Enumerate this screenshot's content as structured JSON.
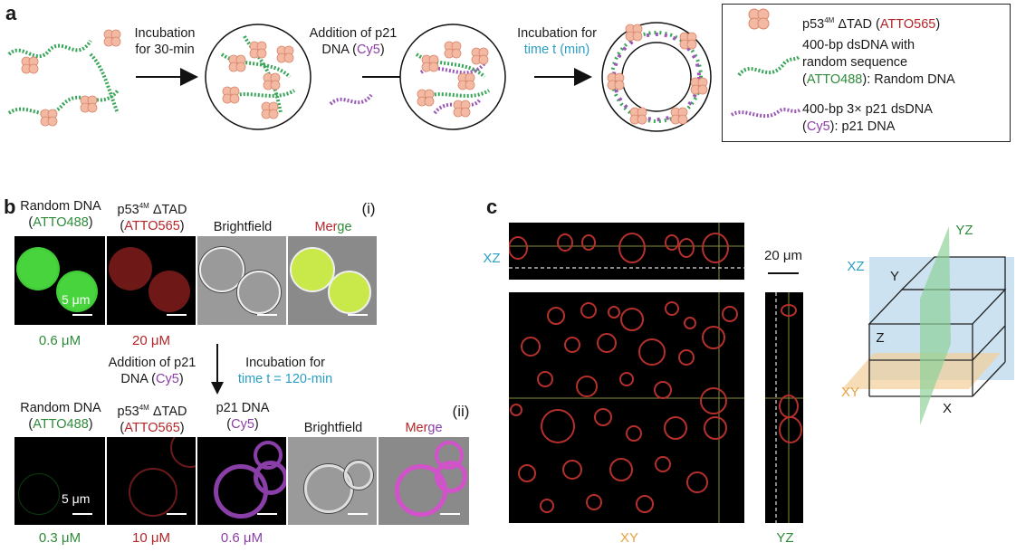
{
  "panel_a": {
    "letter": "a",
    "step1_line1": "Incubation",
    "step1_line2": "for 30-min",
    "step2_line1": "Addition of p21",
    "step2_line2_prefix": "DNA (",
    "step2_line2_colored": "Cy5",
    "step2_line2_suffix": ")",
    "step3_line1": "Incubation for",
    "step3_line2": "time t (min)",
    "legend": {
      "item1_prefix": "p53",
      "item1_sup": "4M",
      "item1_mid": " ΔTAD (",
      "item1_colored": "ATTO565",
      "item1_suffix": ")",
      "item2_line1": "400-bp dsDNA with",
      "item2_line2": "random sequence",
      "item2_line3_prefix": "(",
      "item2_line3_colored": "ATTO488",
      "item2_line3_suffix": "): Random DNA",
      "item3_line1": "400-bp 3× p21 dsDNA",
      "item3_line2_prefix": "(",
      "item3_line2_colored": "Cy5",
      "item3_line2_suffix": "): p21 DNA"
    }
  },
  "panel_b": {
    "letter": "b",
    "row1": {
      "tag": "(i)",
      "col1_line1": "Random DNA",
      "col1_line2": "ATTO488",
      "col2_line1_prefix": "p53",
      "col2_line1_sup": "4M",
      "col2_line1_suffix": " ΔTAD",
      "col2_line2": "ATTO565",
      "col3": "Brightfield",
      "col4_a": "Mer",
      "col4_b": "ge",
      "scale": "5 μm",
      "conc1": "0.6 μM",
      "conc2": "20 μM"
    },
    "middle": {
      "left_line1": "Addition of p21",
      "left_line2_prefix": "DNA (",
      "left_line2_colored": "Cy5",
      "left_line2_suffix": ")",
      "right_line1": "Incubation for",
      "right_line2": "time t = 120-min"
    },
    "row2": {
      "tag": "(ii)",
      "col1_line1": "Random DNA",
      "col1_line2": "ATTO488",
      "col2_line1_prefix": "p53",
      "col2_line1_sup": "4M",
      "col2_line1_suffix": " ΔTAD",
      "col2_line2": "ATTO565",
      "col3_line1": "p21 DNA",
      "col3_line2": "Cy5",
      "col4": "Brightfield",
      "col5_a": "Mer",
      "col5_b": "ge",
      "scale": "5 μm",
      "conc1": "0.3 μM",
      "conc2": "10 μM",
      "conc3": "0.6 μM"
    }
  },
  "panel_c": {
    "letter": "c",
    "xz": "XZ",
    "xy": "XY",
    "yz": "YZ",
    "scale": "20 μm",
    "cube": {
      "yz": "YZ",
      "xz": "XZ",
      "xy": "XY",
      "y": "Y",
      "z": "Z",
      "x": "X"
    }
  },
  "colors": {
    "dna_green": "#3aa65a",
    "protein_pink": "#f3b9a3",
    "p21_purple": "#9b59b6",
    "text_green": "#2e8b3a",
    "text_red": "#b3262a",
    "text_purple": "#8b3fa5",
    "text_cyan": "#2a9fc4",
    "text_orange": "#e7a13c"
  }
}
